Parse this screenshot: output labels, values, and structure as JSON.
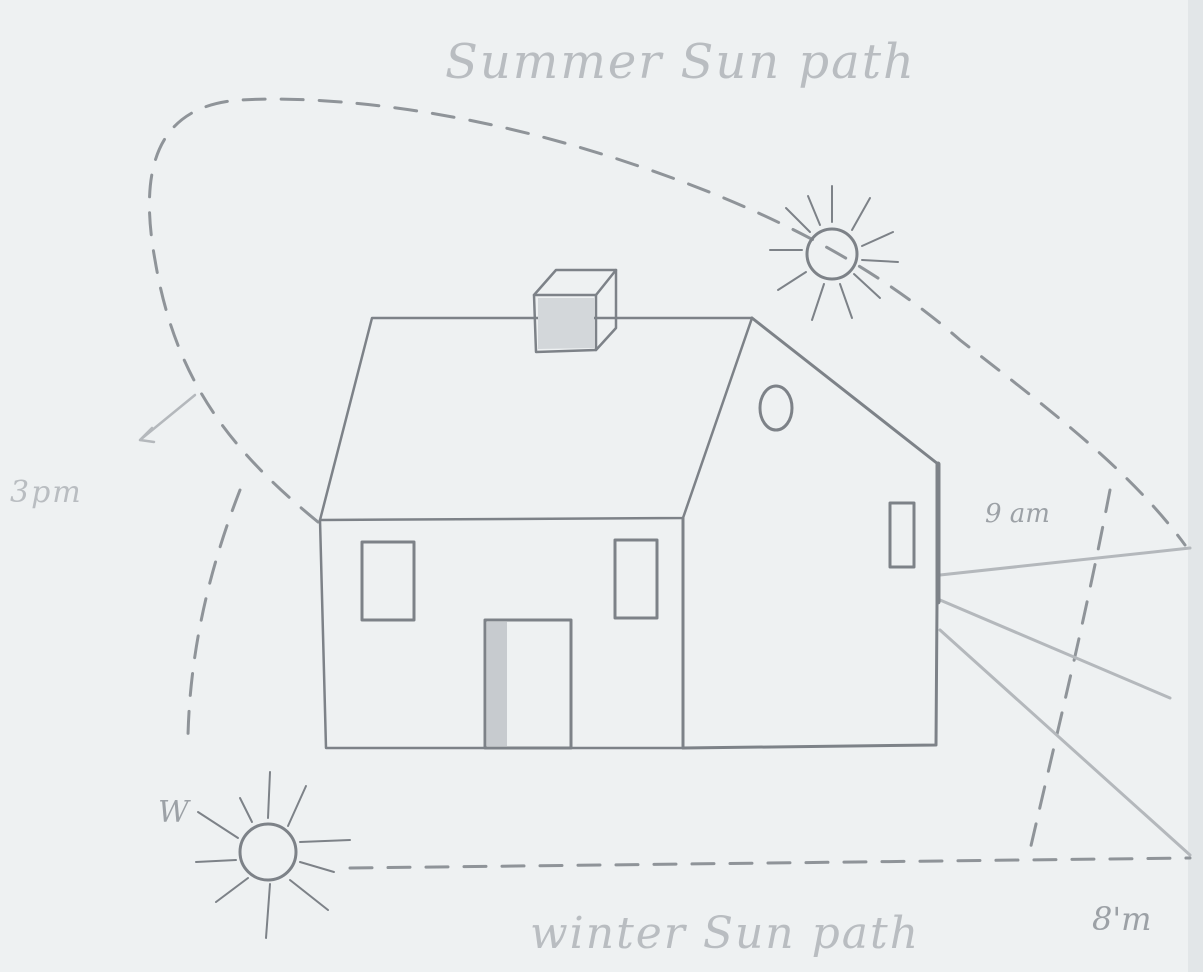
{
  "labels": {
    "summer_sun_path": "Summer Sun path",
    "winter_sun_path": "winter Sun path",
    "time_3pm": "3pm",
    "time_9am": "9 am",
    "time_8am": "8'm",
    "west": "W"
  },
  "colors": {
    "paper": "#eef1f2",
    "pencil": "#7d8288",
    "faint_pencil": "#b4b8bc"
  },
  "icons": [
    "summer-sun-icon",
    "winter-sun-icon",
    "house-sketch",
    "chimney-sketch"
  ]
}
